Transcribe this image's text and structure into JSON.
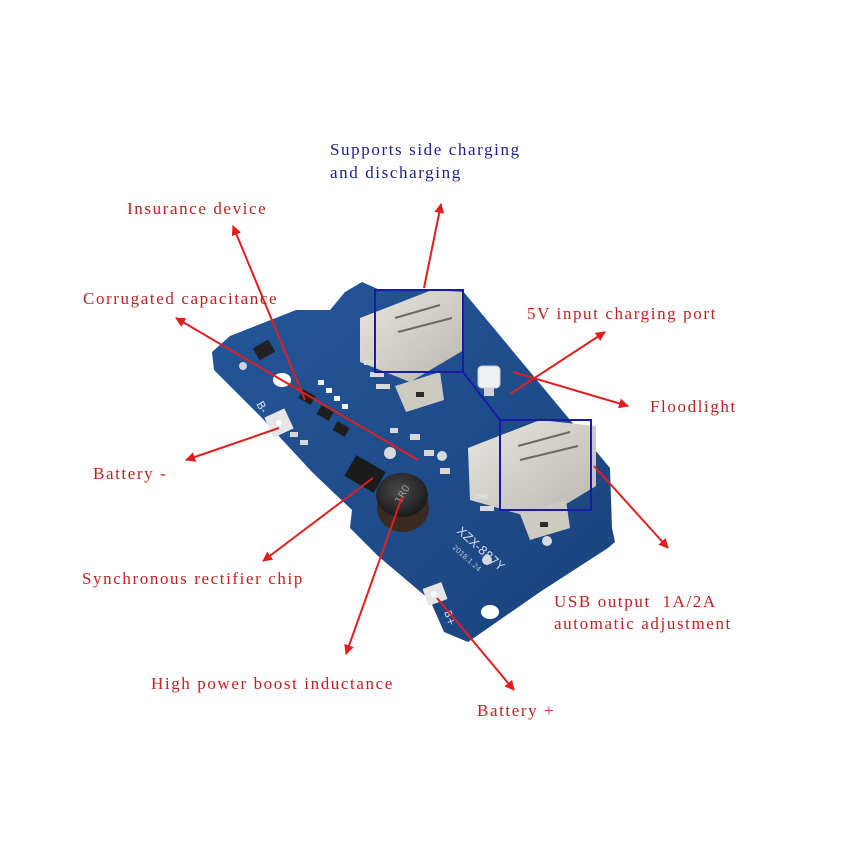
{
  "diagram": {
    "subject": "XZX-887Y power bank boost module PCB",
    "board_silkscreen": {
      "model": "XZX-887Y",
      "date": "2018.1.24",
      "inductor_marking": "1R0",
      "pad_negative": "B-",
      "pad_positive": "B+"
    },
    "colors": {
      "annotation_red": "#e01e1e",
      "annotation_text_red": "#c21f1f",
      "highlight_blue": "#1a1aa8",
      "pcb_blue": "#1f4f8f",
      "background": "#ffffff"
    },
    "labels": {
      "side_charging_line1": "Supports side charging",
      "side_charging_line2": "and discharging",
      "insurance_device": "Insurance device",
      "corrugated_capacitance": "Corrugated capacitance",
      "input_port": "5V input charging port",
      "floodlight": "Floodlight",
      "battery_negative": "Battery -",
      "sync_rectifier": "Synchronous rectifier chip",
      "usb_output_line1": "USB output  1A/2A",
      "usb_output_line2": "automatic adjustment",
      "boost_inductance": "High power boost inductance",
      "battery_positive": "Battery +"
    }
  }
}
